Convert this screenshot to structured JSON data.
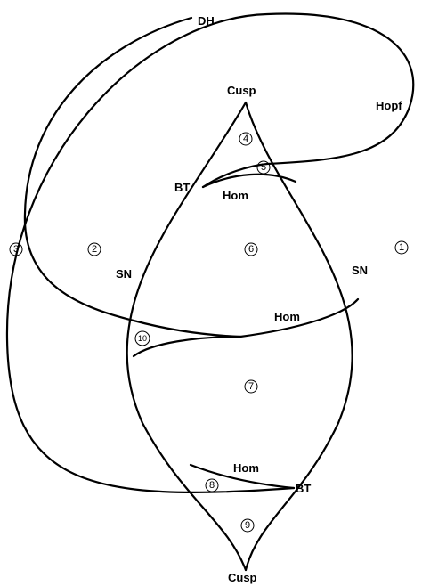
{
  "labels": {
    "dh": "DH",
    "hopf": "Hopf",
    "cusp_top": "Cusp",
    "cusp_bottom": "Cusp",
    "bt_top": "BT",
    "bt_bottom": "BT",
    "sn_left": "SN",
    "sn_right": "SN",
    "hom_top": "Hom",
    "hom_middle": "Hom",
    "hom_bottom": "Hom"
  },
  "regions": [
    "1",
    "2",
    "3",
    "4",
    "5",
    "6",
    "7",
    "8",
    "9",
    "10"
  ]
}
